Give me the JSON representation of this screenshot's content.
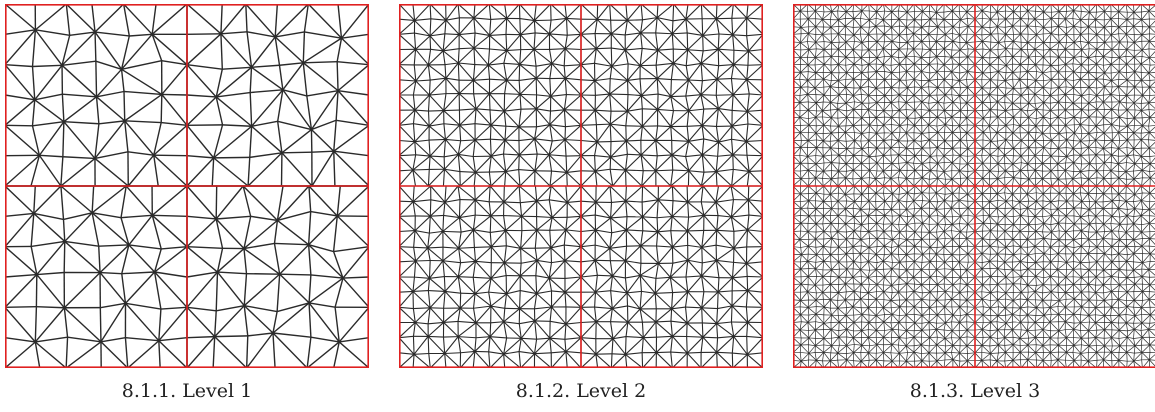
{
  "figure": {
    "panels": [
      {
        "id": "level-1",
        "caption": "8.1.1. Level 1",
        "subdivisions": 6
      },
      {
        "id": "level-2",
        "caption": "8.1.2. Level 2",
        "subdivisions": 12
      },
      {
        "id": "level-3",
        "caption": "8.1.3. Level 3",
        "subdivisions": 24
      }
    ],
    "colors": {
      "mesh_edges": "#2a2a2a",
      "domain_boundaries": "#e02020",
      "background": "#ffffff"
    }
  }
}
